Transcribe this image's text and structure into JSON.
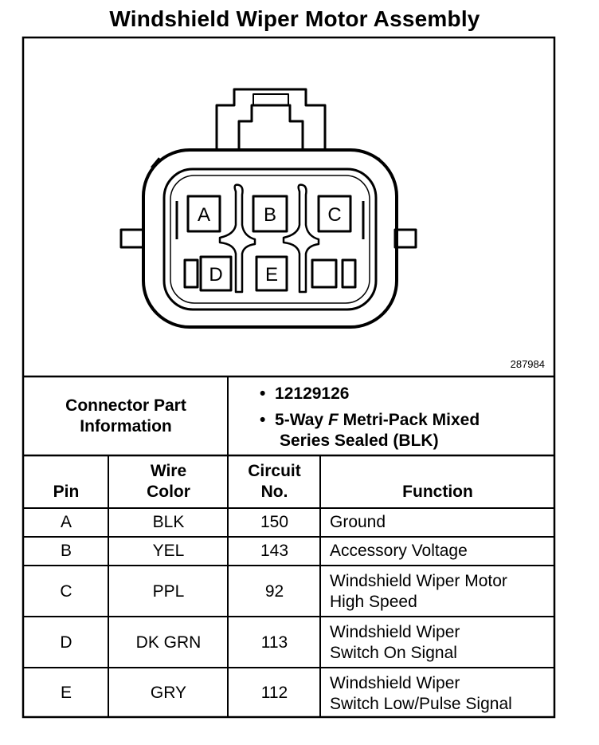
{
  "title": "Windshield Wiper Motor Assembly",
  "figure_id": "287984",
  "connector": {
    "pins": [
      "A",
      "B",
      "C",
      "D",
      "E"
    ]
  },
  "connector_info": {
    "label_line1": "Connector Part",
    "label_line2": "Information",
    "part_number": "12129126",
    "description_line1": "5-Way ",
    "description_f": "F",
    "description_line1_rest": " Metri-Pack Mixed",
    "description_line2": "Series Sealed (BLK)"
  },
  "table": {
    "headers": {
      "pin": "Pin",
      "wire_color_1": "Wire",
      "wire_color_2": "Color",
      "circuit_1": "Circuit",
      "circuit_2": "No.",
      "function": "Function"
    },
    "rows": [
      {
        "pin": "A",
        "wire": "BLK",
        "circuit": "150",
        "function_1": "Ground",
        "function_2": ""
      },
      {
        "pin": "B",
        "wire": "YEL",
        "circuit": "143",
        "function_1": "Accessory Voltage",
        "function_2": ""
      },
      {
        "pin": "C",
        "wire": "PPL",
        "circuit": "92",
        "function_1": "Windshield Wiper Motor",
        "function_2": "High Speed"
      },
      {
        "pin": "D",
        "wire": "DK GRN",
        "circuit": "113",
        "function_1": "Windshield Wiper",
        "function_2": "Switch On Signal"
      },
      {
        "pin": "E",
        "wire": "GRY",
        "circuit": "112",
        "function_1": "Windshield Wiper",
        "function_2": "Switch Low/Pulse Signal"
      }
    ]
  }
}
